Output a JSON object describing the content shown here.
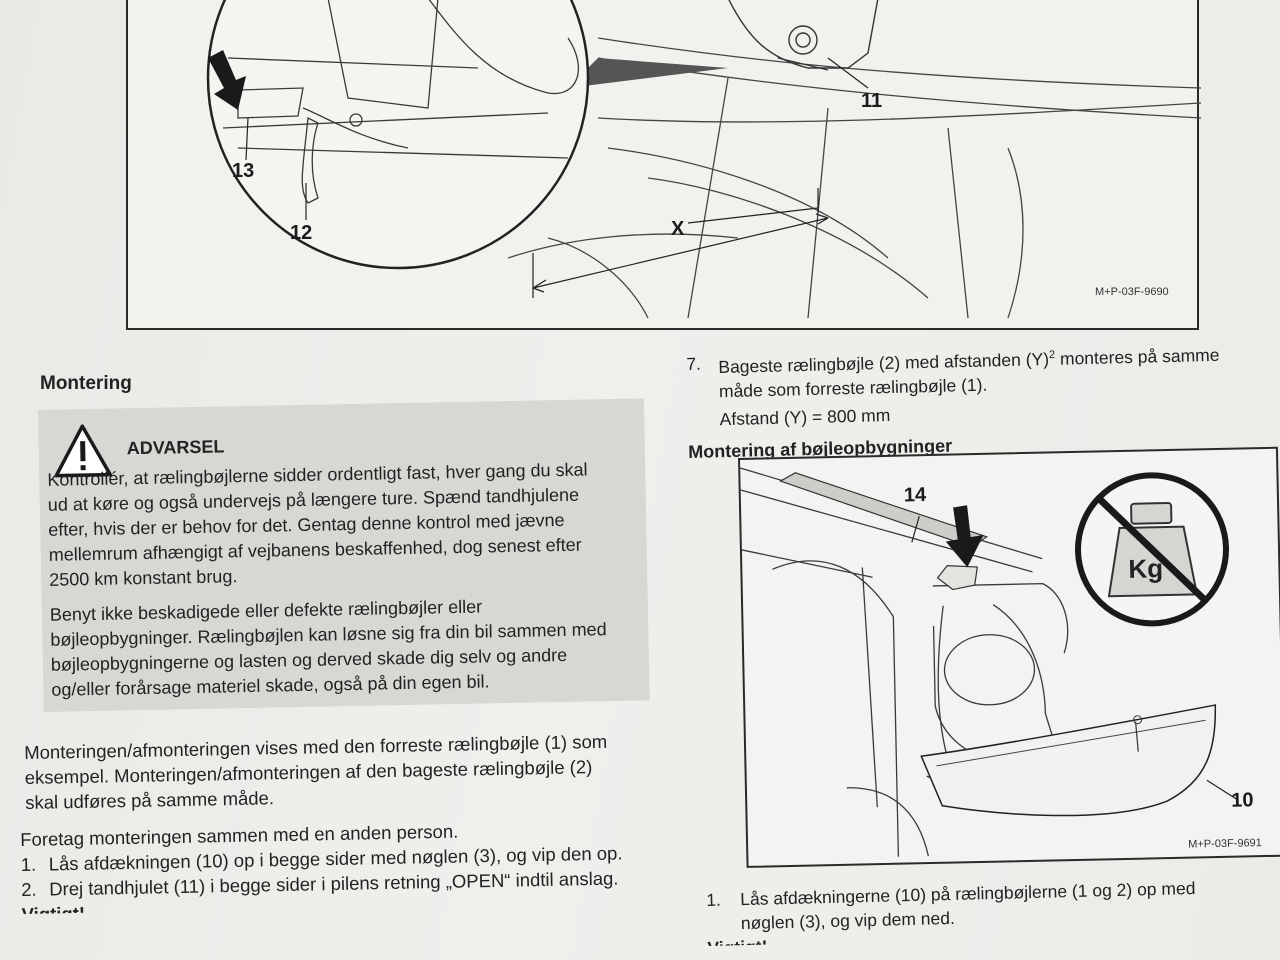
{
  "figure_top": {
    "code": "M+P-03F-9690",
    "callouts": {
      "c11": "11",
      "c13": "13",
      "c12": "12",
      "cx": "X"
    }
  },
  "left": {
    "heading": "Montering",
    "warning": {
      "icon": "warning-triangle-icon",
      "title": "ADVARSEL",
      "para1": [
        "Kontrollér, at rælingbøjlerne sidder ordentligt fast, hver gang du skal",
        "ud at køre og også undervejs på længere ture. Spænd tandhjulene",
        "efter, hvis der er behov for det. Gentag denne kontrol med jævne",
        "mellemrum afhængigt af vejbanens beskaffenhed, dog senest efter",
        "2500 km konstant brug."
      ],
      "para2": [
        "Benyt ikke beskadigede eller defekte rælingbøjler eller",
        "bøjleopbygninger. Rælingbøjlen kan løsne sig fra din bil sammen med",
        "bøjleopbygningerne og lasten og derved skade dig selv og andre",
        "og/eller forårsage materiel skade, også på din egen bil."
      ]
    },
    "intro": [
      "Monteringen/afmonteringen vises med den forreste rælingbøjle (1) som",
      "eksempel. Monteringen/afmonteringen af den bageste rælingbøjle (2)",
      "skal udføres på samme måde."
    ],
    "note": "Foretag monteringen sammen med en anden person.",
    "steps": [
      {
        "num": "1.",
        "text": "Lås afdækningen (10) op i begge sider med nøglen (3), og vip den op."
      },
      {
        "num": "2.",
        "text": "Drej tandhjulet (11) i begge sider i pilens retning „OPEN“ indtil anslag."
      }
    ],
    "cut_off": "Vigtigt!"
  },
  "right": {
    "step7": {
      "num": "7.",
      "line1_a": "Bageste rælingbøjle (2) med afstanden (Y)",
      "line1_sup": "2",
      "line1_b": " monteres på samme",
      "line2": "måde som forreste rælingbøjle (1).",
      "line3": "Afstand (Y) = 800 mm"
    },
    "heading": "Montering af bøjleopbygninger",
    "figure": {
      "code": "M+P-03F-9691",
      "callouts": {
        "c14": "14",
        "c10": "10"
      },
      "no_weight_icon": "no-weight-icon",
      "weight_label": "Kg"
    },
    "steps": [
      {
        "num": "1.",
        "line1": "Lås afdækningerne (10) på rælingbøjlerne (1 og 2) op med",
        "line2": "nøglen (3), og vip dem ned."
      }
    ],
    "cut_off": "Vigtigt!"
  }
}
